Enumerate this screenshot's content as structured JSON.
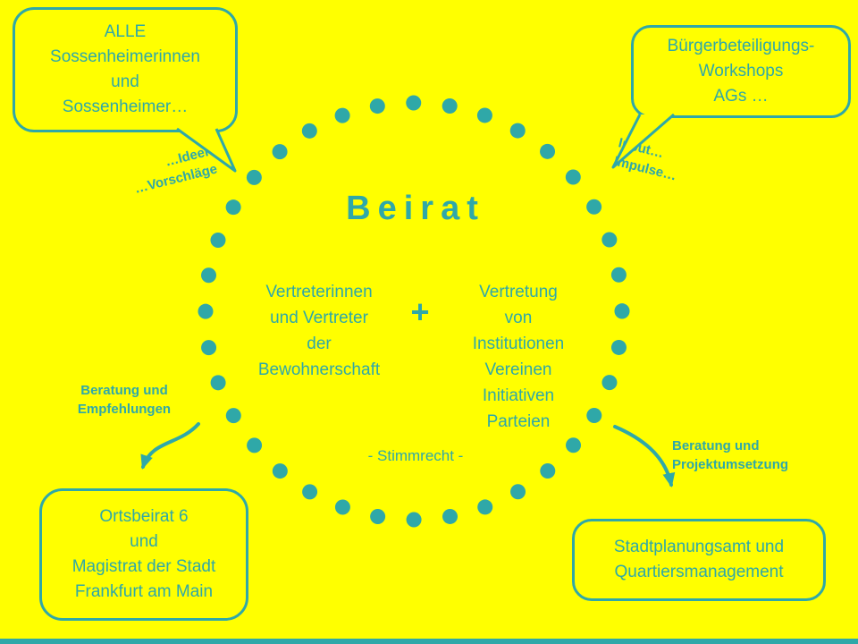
{
  "colors": {
    "background": "#FFFF00",
    "accent": "#2FA8A8"
  },
  "circle": {
    "title": "Beirat",
    "left_group": [
      "Vertreterinnen",
      "und Vertreter",
      "der",
      "Bewohnerschaft"
    ],
    "plus_sign": "+",
    "right_group": [
      "Vertretung",
      "von",
      "Institutionen",
      "Vereinen",
      "Initiativen",
      "Parteien"
    ],
    "voting_note": "- Stimmrecht -"
  },
  "bubbles": {
    "top_left": {
      "lines": [
        "ALLE",
        "Sossenheimerinnen",
        "und",
        "Sossenheimer…"
      ]
    },
    "top_right": {
      "lines": [
        "Bürgerbeteiligungs-",
        "Workshops",
        "AGs …"
      ]
    },
    "bottom_left": {
      "lines": [
        "Ortsbeirat 6",
        "und",
        "Magistrat der Stadt",
        "Frankfurt am Main"
      ]
    },
    "bottom_right": {
      "lines": [
        "Stadtplanungsamt und",
        "Quartiersmanagement"
      ]
    }
  },
  "annotations": {
    "ideas": [
      "…Ideen",
      "…Vorschläge"
    ],
    "input": [
      "Input…",
      "Impulse…"
    ],
    "advice_left": [
      "Beratung und",
      "Empfehlungen"
    ],
    "advice_right": [
      "Beratung und",
      "Projektumsetzung"
    ]
  }
}
